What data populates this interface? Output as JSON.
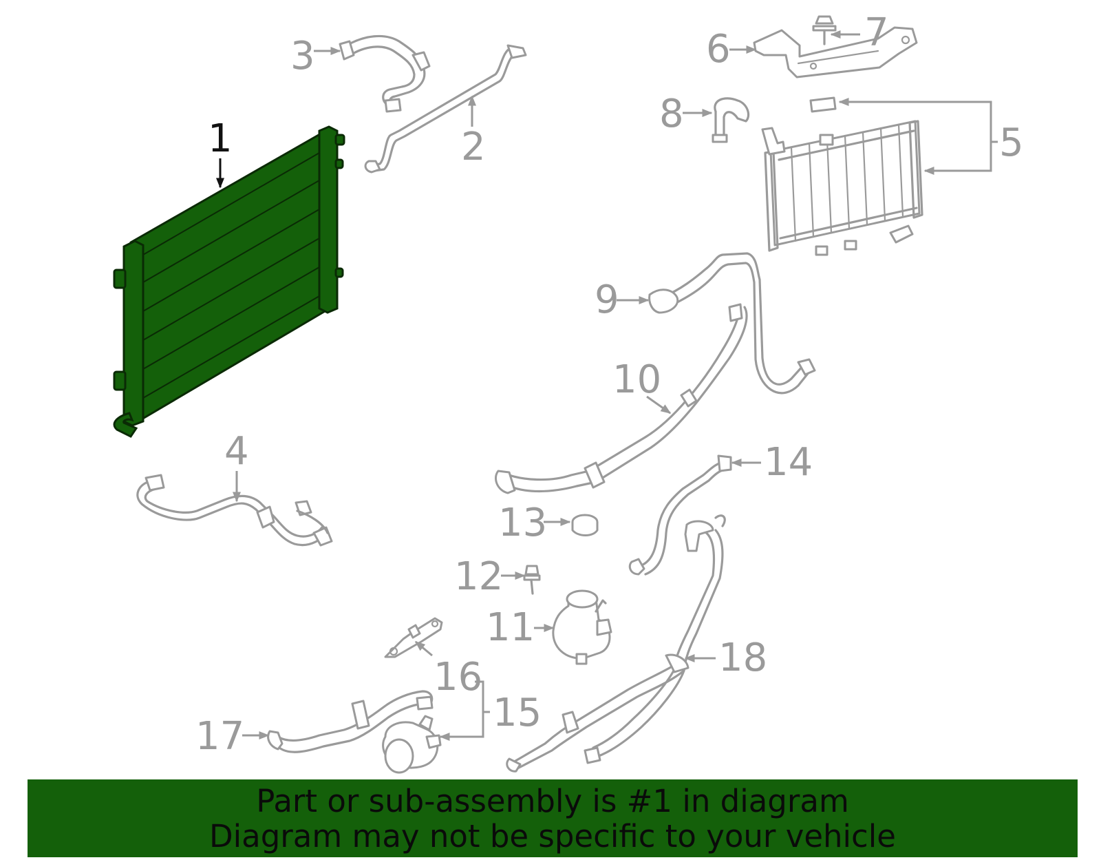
{
  "colors": {
    "highlight_fill": "#14600a",
    "part_outline": "#9a9a9a",
    "active_label": "#111111",
    "banner_background": "#14600a"
  },
  "callouts": {
    "c1": "1",
    "c2": "2",
    "c3": "3",
    "c4": "4",
    "c5": "5",
    "c6": "6",
    "c7": "7",
    "c8": "8",
    "c9": "9",
    "c10": "10",
    "c11": "11",
    "c12": "12",
    "c13": "13",
    "c14": "14",
    "c15": "15",
    "c16": "16",
    "c17": "17",
    "c18": "18"
  },
  "highlighted_part": "1",
  "footer": {
    "line1": "Part or sub-assembly is #1 in diagram",
    "line2": "Diagram may not be specific to your vehicle"
  }
}
